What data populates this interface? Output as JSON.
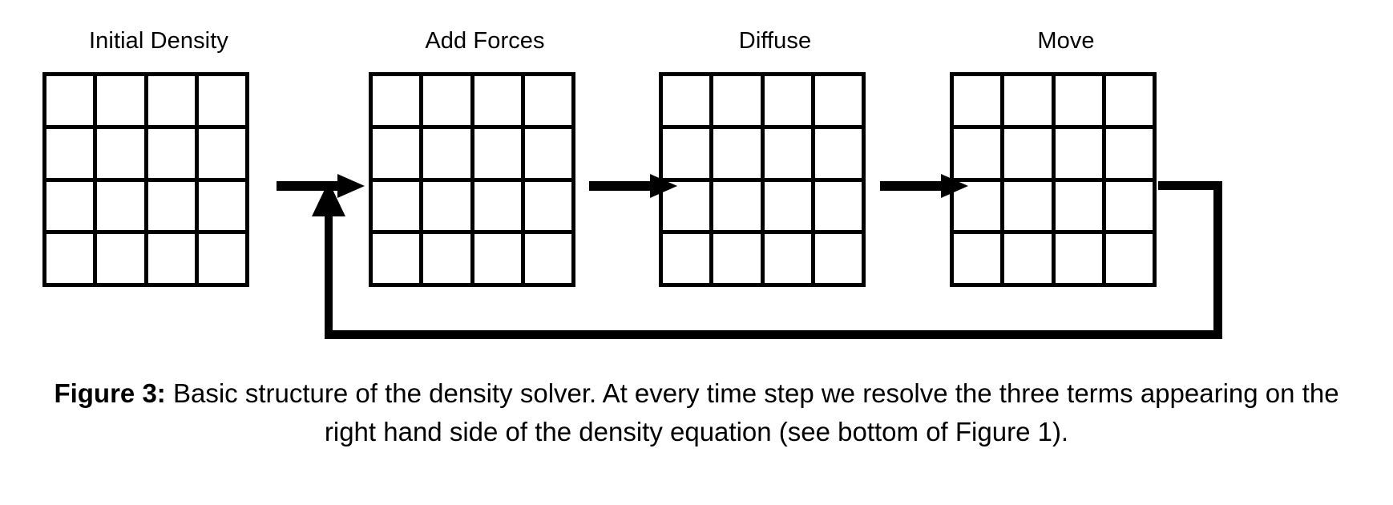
{
  "figure": {
    "type": "flow-diagram",
    "background_color": "#ffffff",
    "line_color": "#000000",
    "stages": [
      {
        "label": "Initial Density",
        "grid_rows": 4,
        "grid_cols": 4
      },
      {
        "label": "Add Forces",
        "grid_rows": 4,
        "grid_cols": 4
      },
      {
        "label": "Diffuse",
        "grid_rows": 4,
        "grid_cols": 4
      },
      {
        "label": "Move",
        "grid_rows": 4,
        "grid_cols": 4
      }
    ],
    "arrows": [
      {
        "name": "arrow-initial-to-forces",
        "direction": "right"
      },
      {
        "name": "arrow-forces-to-diffuse",
        "direction": "right"
      },
      {
        "name": "arrow-diffuse-to-move",
        "direction": "right"
      }
    ],
    "feedback_loop": {
      "name": "feedback-loop-move-to-forces",
      "direction": "up",
      "description": "loop from Move back into the first arrow"
    },
    "caption": {
      "label": "Figure 3:",
      "text": " Basic structure of the density solver. At every time step we resolve the three terms appearing on the right hand side of the density equation (see bottom of Figure 1)."
    }
  }
}
